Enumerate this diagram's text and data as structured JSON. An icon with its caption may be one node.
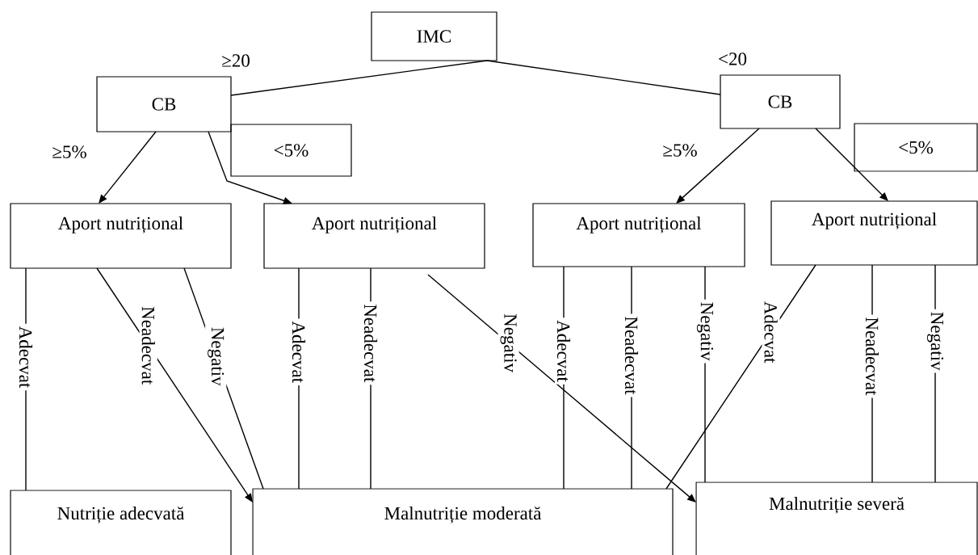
{
  "diagram": {
    "nodes": [
      {
        "text": [
          "IMC"
        ]
      },
      {
        "text": [
          "CB"
        ]
      },
      {
        "text": [
          "CB"
        ]
      },
      {
        "text": [
          "<5%"
        ]
      },
      {
        "text": [
          "<5%"
        ]
      },
      {
        "text": [
          "Aport nutrițional"
        ]
      },
      {
        "text": [
          "Aport nutrițional"
        ]
      },
      {
        "text": [
          "Aport nutrițional"
        ]
      },
      {
        "text": [
          "Aport nutrițional"
        ]
      },
      {
        "text": [
          "Nutriție adecvată"
        ]
      },
      {
        "text": [
          "Malnutriție moderată"
        ]
      },
      {
        "text": [
          "Malnutriție severă"
        ]
      }
    ],
    "edges": [
      {
        "from": 0,
        "to": 1,
        "arrow": "none",
        "label": "≥20"
      },
      {
        "from": 0,
        "to": 2,
        "arrow": "none",
        "label": "<20"
      },
      {
        "from": 1,
        "to": 5,
        "arrow": "to",
        "label": "≥5%"
      },
      {
        "from": 1,
        "to": 6,
        "arrow": "to"
      },
      {
        "from": 2,
        "to": 7,
        "arrow": "to",
        "label": "≥5%"
      },
      {
        "from": 2,
        "to": 8,
        "arrow": "to"
      },
      {
        "from": 5,
        "to": 9,
        "arrow": "none",
        "label": "Adecvat"
      },
      {
        "from": 5,
        "to": 10,
        "arrow": "to",
        "label": "Neadecvat"
      },
      {
        "from": 5,
        "to": 10,
        "arrow": "none",
        "label": "Negativ"
      },
      {
        "from": 6,
        "to": 10,
        "arrow": "none",
        "label": "Adecvat"
      },
      {
        "from": 6,
        "to": 10,
        "arrow": "none",
        "label": "Neadecvat"
      },
      {
        "from": 6,
        "to": 11,
        "arrow": "to",
        "label": "Negativ"
      },
      {
        "from": 7,
        "to": 10,
        "arrow": "none",
        "label": "Adecvat"
      },
      {
        "from": 7,
        "to": 10,
        "arrow": "none",
        "label": "Neadecvat"
      },
      {
        "from": 7,
        "to": 11,
        "arrow": "none",
        "label": "Negativ"
      },
      {
        "from": 8,
        "to": 10,
        "arrow": "none",
        "label": "Adecvat"
      },
      {
        "from": 8,
        "to": 11,
        "arrow": "none",
        "label": "Neadecvat"
      },
      {
        "from": 8,
        "to": 11,
        "arrow": "none",
        "label": "Negativ"
      }
    ]
  }
}
